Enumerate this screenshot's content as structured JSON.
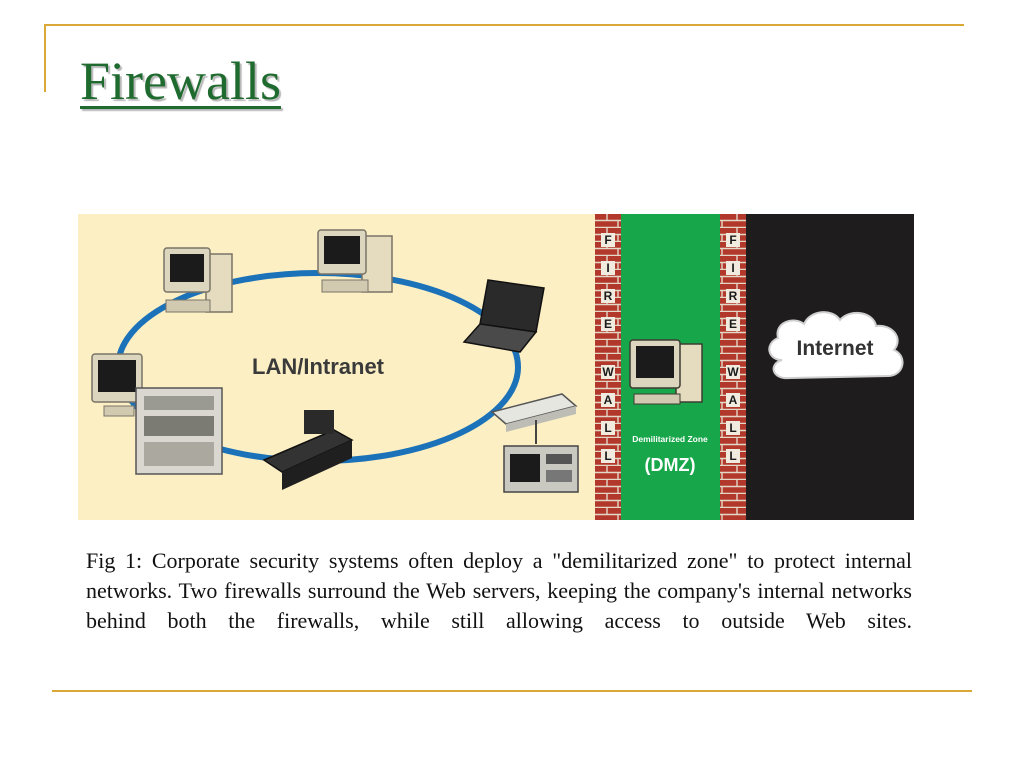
{
  "slide": {
    "title": "Firewalls",
    "caption": "Fig 1: Corporate security systems often deploy a \"demilitarized zone\" to protect internal networks. Two firewalls surround the Web servers, keeping the company's internal networks behind both the firewalls, while still allowing access to outside Web sites."
  },
  "diagram": {
    "lan_label": "LAN/Intranet",
    "firewall_letters": [
      "F",
      "I",
      "R",
      "E",
      "W",
      "A",
      "L",
      "L"
    ],
    "dmz_small_label": "Demilitarized Zone",
    "dmz_label": "(DMZ)",
    "internet_label": "Internet"
  },
  "colors": {
    "accent_line": "#d9a836",
    "title": "#1f6b2f",
    "lan_background": "#fcefc4",
    "lan_ring": "#1b72b8",
    "brick": "#b2382c",
    "dmz_green": "#18a64a",
    "internet_background": "#1e1c1c"
  }
}
